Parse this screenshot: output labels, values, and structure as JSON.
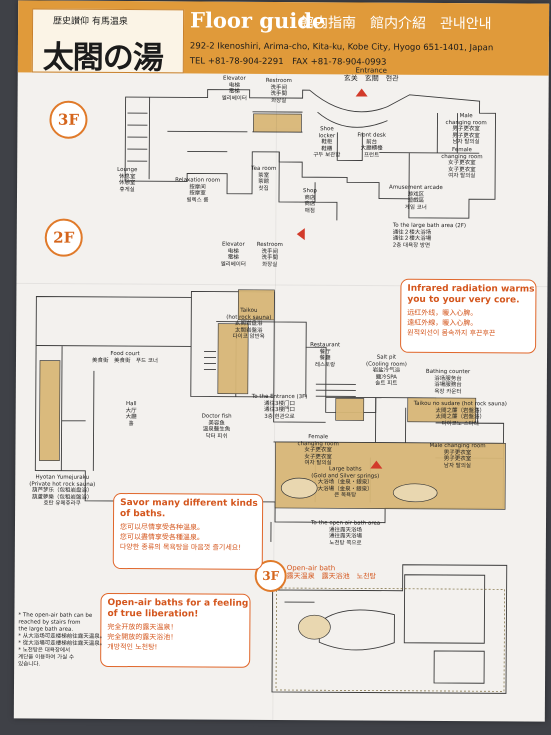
{
  "header": {
    "logo_small": "歴史讃仰 有馬温泉",
    "logo_main": "太閤の湯",
    "title": "Floor guide",
    "subtitle": "館内指南　館内介紹　관내안내",
    "address": "292-2 Ikenoshiri, Arima-cho, Kita-ku, Kobe City, Hyogo 651-1401, Japan",
    "tel": "TEL +81-78-904-2291　FAX +81-78-904-0993"
  },
  "floors": {
    "third": "3F",
    "second": "2F",
    "third_outdoor": "3F"
  },
  "labels_3f": {
    "entrance": "Entrance\n玄关　玄關　현관",
    "elevator": "Elevator\n电梯\n電梯\n엘리베이터",
    "restroom": "Restroom\n洗手间\n洗手間\n화장실",
    "lounge": "Lounge\n休息室\n休憩室\n휴게실",
    "relaxation": "Relaxation room\n按摩间\n按摩室\n릴렉스 룸",
    "tea_room": "Tea room\n茶室\n茶館\n찻집",
    "shoe_locker": "Shoe\nlocker\n鞋柜\n鞋櫃\n구두 보관함",
    "front_desk": "Front desk\n前台\n大廳櫃檯\n프런트",
    "shop": "Shop\n商店\n商店\n매점",
    "male_changing": "Male\nchanging room\n男子更衣室\n男子更衣室\n남자 탈의실",
    "female_changing": "Female\nchanging room\n女子更衣室\n女子更衣室\n여자 탈의실",
    "amusement": "Amusement arcade\n游戏区\n遊戲區\n게임 코너",
    "to_large_bath": "To the large bath area (2F)\n通往２楼大浴场\n通往２樓大浴場\n2층 대욕장 방면"
  },
  "labels_2f": {
    "elevator": "Elevator\n电梯\n電梯\n엘리베이터",
    "restroom": "Restroom\n洗手间\n洗手間\n화장실",
    "taikou_hot_rock": "Taikou\n(hot rock sauna)\n太阁岩盘浴\n太閤岩盤浴\n다이코 암반욕",
    "food_court": "Food court\n美食街　美食街　푸드 코너",
    "restaurant": "Restaurant\n餐厅\n餐廳\n레스토랑",
    "salt_pit": "Salt pit\n(Cooling room)\n岩盐冷气浴\n鹽冷SPA\n솔트 피트",
    "bathing_counter": "Bathing counter\n浴场服务台\n浴場服務台\n욕장 카운터",
    "hall": "Hall\n大厅\n大廳\n홀",
    "to_entrance": "To the Entrance (3F)\n通往3楼门口\n通往3樓門口\n3층 현관으로",
    "doctor_fish": "Doctor fish\n美容鱼\n溫泉醫生魚\n닥터 피쉬",
    "taikou_no_sudare": "Taikou no sudare (hot rock sauna)\n太閤之簾（岩盤浴）\n太閤之簾（岩盤浴）\n다이코노 스다레",
    "female_changing": "Female\nchanging room\n女子更衣室\n女子更衣室\n여자 탈의실",
    "male_changing": "Male changing room\n男子更衣室\n男子更衣室\n남자 탈의실",
    "large_baths": "Large baths\n(Gold and Silver springs)\n大浴场（金泉・銀泉）\n大浴場（金泉・銀泉）\n큰 목욕탕",
    "hyotan": "Hyotan Yumejuraku\n(Private hot rock sauna)\n葫芦梦乐（包租岩盘浴）\n葫蘆夢樂（包租岩盤浴）\n효탄 유메쥬라쿠",
    "to_open_air": "To the open air bath area\n通往露天浴场\n通往露天浴場\n노천탕 쪽으로"
  },
  "labels_3f_out": {
    "open_air_bath": "Open-air bath\n露天温泉　露天浴池　노천탕"
  },
  "callouts": {
    "infrared_title": "Infrared radiation warms\nyou to your very core.",
    "infrared_body": "远红外线，暖入心脾。\n遠紅外線，暖入心脾。\n원적외선이 몸속까지 후끈후끈",
    "savor_title": "Savor many different kinds\nof baths.",
    "savor_body": "您可以尽情享受各种温泉。\n您可以盡情享受各種溫泉。\n다양한 종류의 목욕탕을 마음껏 즐기세요!",
    "openair_title": "Open-air baths for a feeling\nof true liberation!",
    "openair_body": "完全开放的露天温泉！\n完全開放的露天浴池！\n개방적인 노천탕!"
  },
  "note": "* The open-air bath can be\nreached by stairs from\nthe large bath area.\n* 从大浴场可走楼梯前往露天温泉。\n* 從大浴場可走樓梯前往露天溫泉。\n* 노천탕은 대욕장에서\n계단을 이용하여 가실 수\n있습니다.",
  "colors": {
    "accent": "#e07a2a",
    "header": "#e09a3a",
    "bath": "#d8b777",
    "paper": "#f3f1ee",
    "line": "#3a3a3a"
  }
}
